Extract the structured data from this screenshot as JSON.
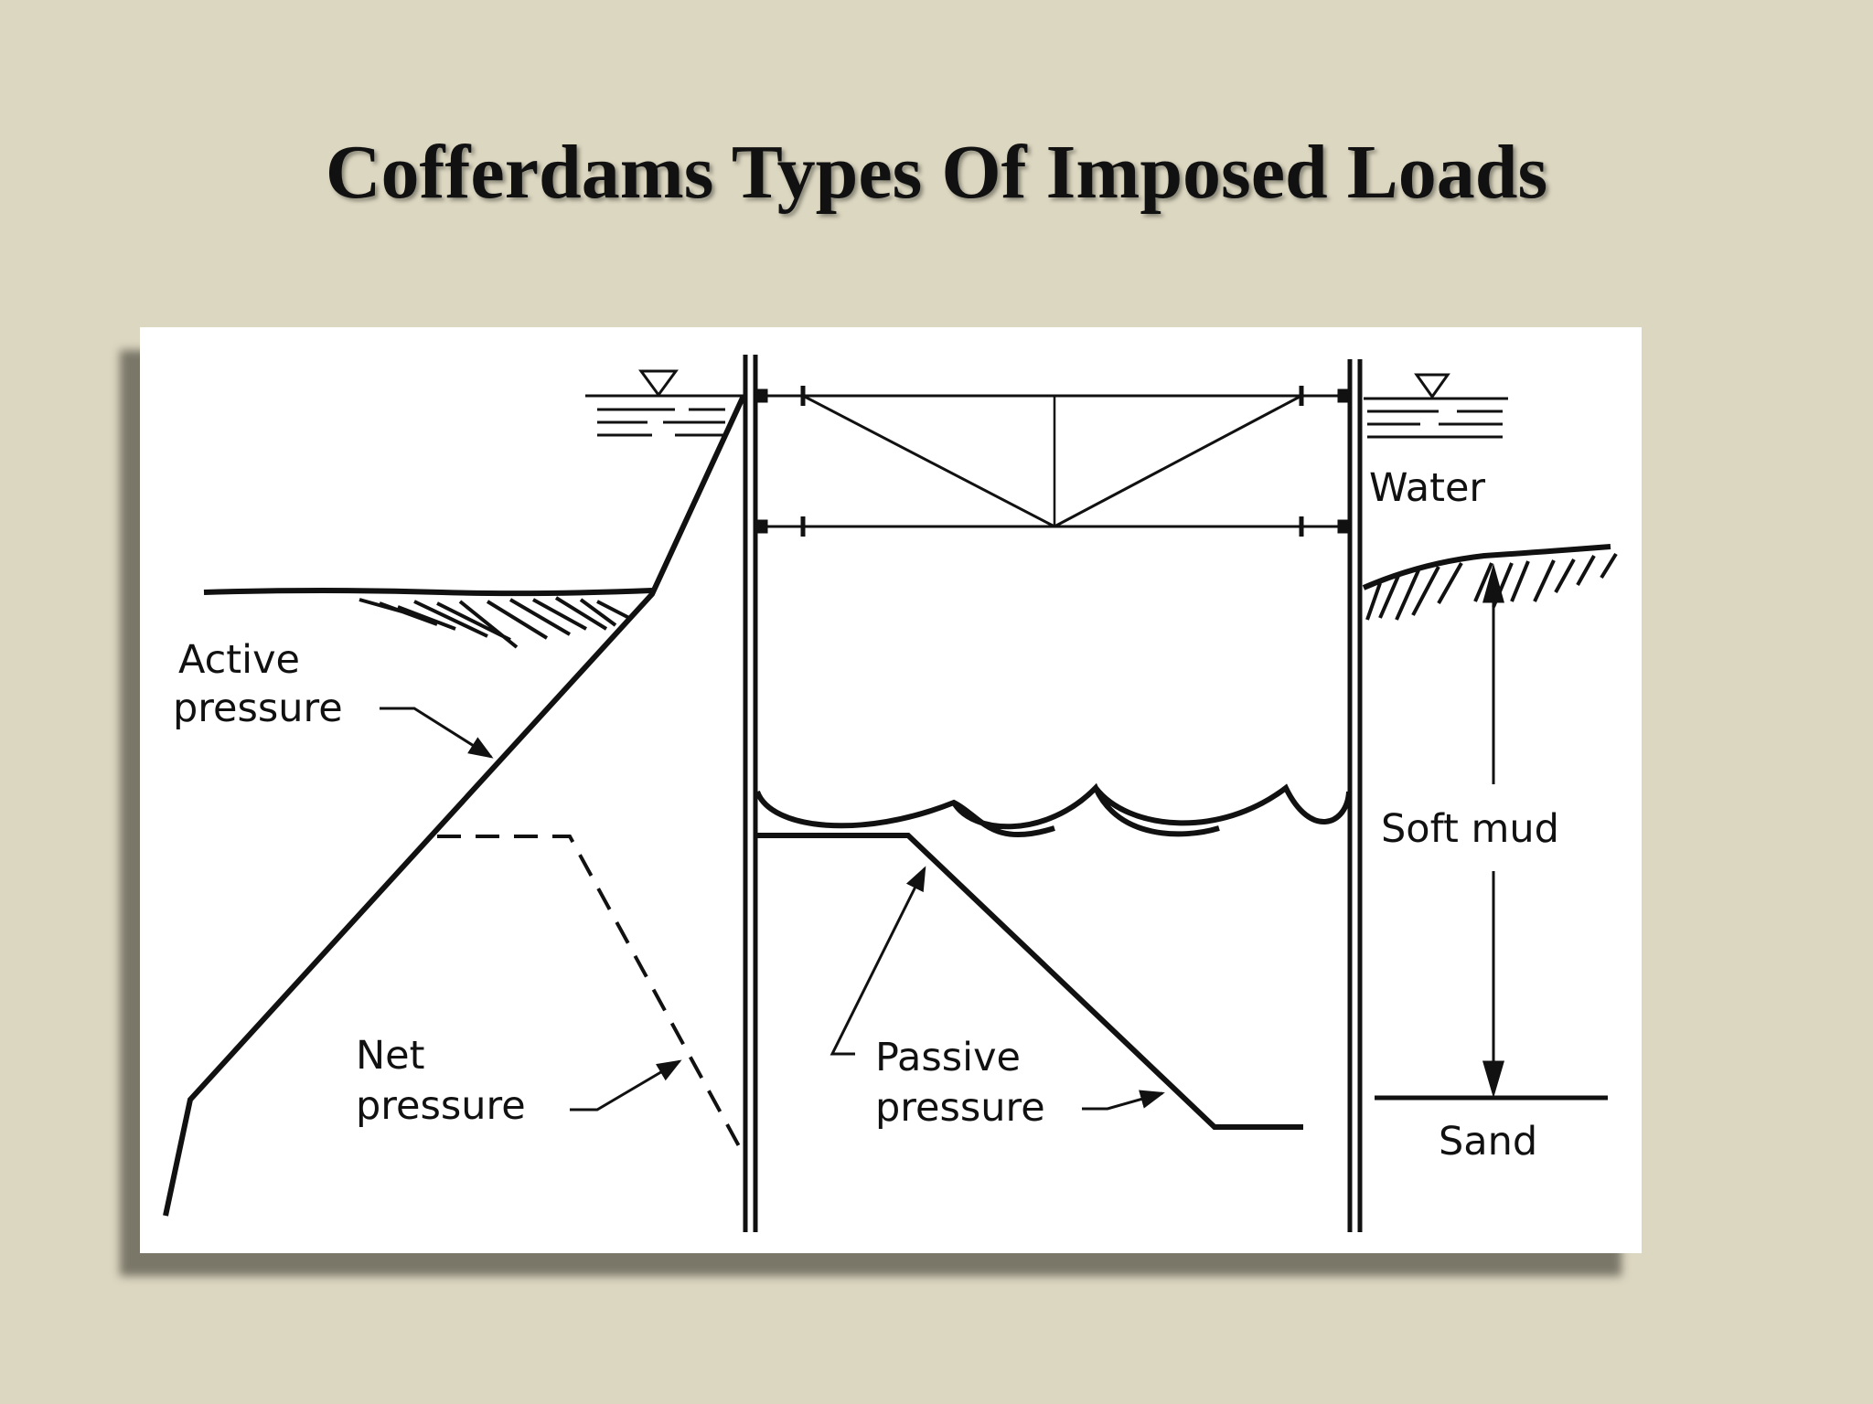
{
  "slide": {
    "title": "Cofferdams Types Of Imposed Loads"
  },
  "diagram": {
    "labels": {
      "active_line1": "Active",
      "active_line2": "pressure",
      "net_line1": "Net",
      "net_line2": "pressure",
      "passive_line1": "Passive",
      "passive_line2": "pressure",
      "water": "Water",
      "soft_mud": "Soft mud",
      "sand": "Sand"
    }
  },
  "colors": {
    "background": "#dcd7c1",
    "panel": "#ffffff",
    "ink": "#111111"
  }
}
